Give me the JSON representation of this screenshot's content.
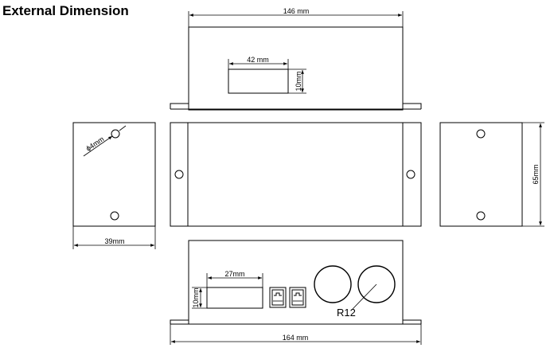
{
  "title": "External Dimension",
  "dimensions": {
    "top_width": "146 mm",
    "top_cutout_width": "42 mm",
    "top_cutout_height": "10mm",
    "side_hole_dia": "ϕ4mm",
    "left_depth": "39mm",
    "right_height": "65mm",
    "bottom_cutout_width": "27mm",
    "bottom_cutout_height": "10mm",
    "radius_label": "R12",
    "bottom_width": "164 mm"
  }
}
